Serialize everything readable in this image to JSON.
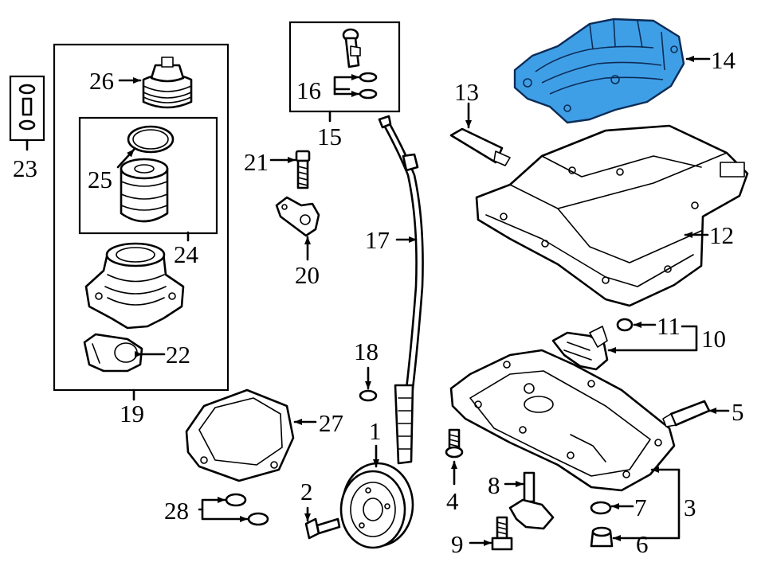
{
  "callouts": {
    "c1": "1",
    "c2": "2",
    "c3": "3",
    "c4": "4",
    "c5": "5",
    "c6": "6",
    "c7": "7",
    "c8": "8",
    "c9": "9",
    "c10": "10",
    "c11": "11",
    "c12": "12",
    "c13": "13",
    "c14": "14",
    "c15": "15",
    "c16": "16",
    "c17": "17",
    "c18": "18",
    "c19": "19",
    "c20": "20",
    "c21": "21",
    "c22": "22",
    "c23": "23",
    "c24": "24",
    "c25": "25",
    "c26": "26",
    "c27": "27",
    "c28": "28"
  },
  "highlight_color": "#3f9fe6",
  "line_color": "#000000"
}
